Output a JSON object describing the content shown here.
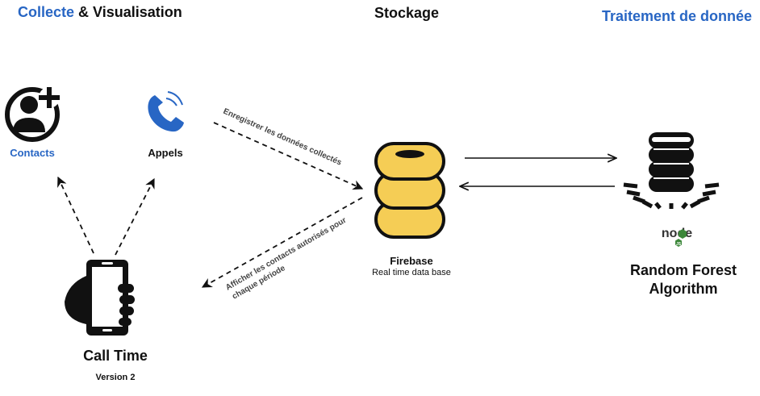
{
  "headers": {
    "collecte_part1": "Collecte",
    "collecte_part2": " & Visualisation",
    "stockage": "Stockage",
    "traitement": "Traitement de donnée"
  },
  "nodes": {
    "contacts": "Contacts",
    "appels": "Appels",
    "firebase": "Firebase",
    "firebase_sub": "Real time data base",
    "app_name": "Call Time",
    "app_version": "Version 2",
    "rf_line1": "Random Forest",
    "rf_line2": "Algorithm",
    "node_logo": "node"
  },
  "edges": {
    "save": "Enregistrer les données collectés",
    "show_line1": "Afficher les contacts autorisés pour",
    "show_line2": "chaque période"
  },
  "colors": {
    "accent_blue": "#2866c4",
    "db_yellow": "#f5cd55",
    "ink": "#111111",
    "node_green": "#3c873a"
  },
  "icons": {
    "contacts": "add-contact-icon",
    "appels": "phone-icon",
    "firebase": "database-icon",
    "app": "hand-phone-icon",
    "algorithm": "database-icon",
    "node": "nodejs-logo-icon"
  }
}
